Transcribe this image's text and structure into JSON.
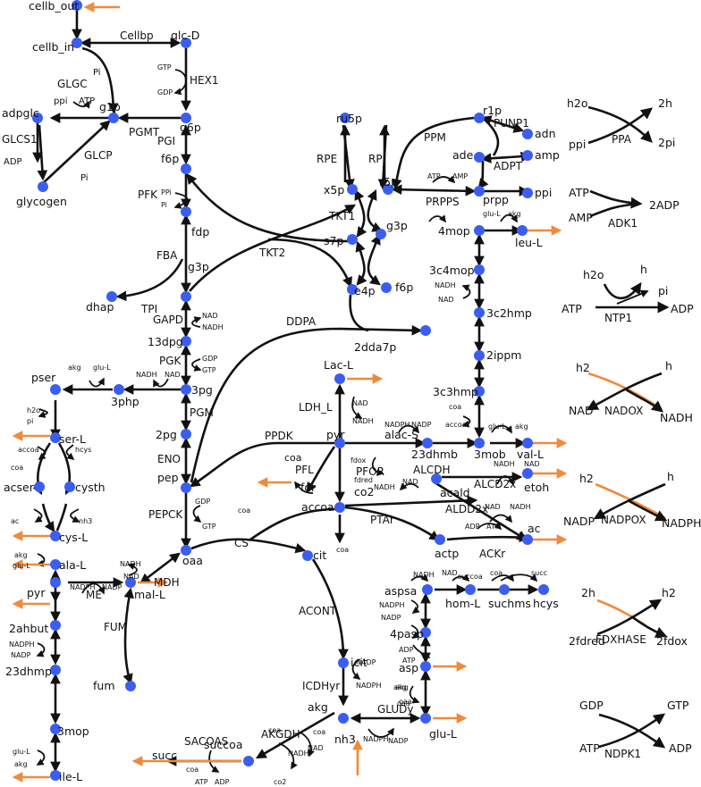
{
  "colors": {
    "metabolite_node": "#3b5ef0",
    "exchange_arrow": "#f08a3c",
    "reaction_edge": "#111111"
  },
  "metabolites": [
    {
      "id": "cellb_out",
      "label": "cellb_out"
    },
    {
      "id": "cellb_in",
      "label": "cellb_in"
    },
    {
      "id": "glcD",
      "label": "glc-D"
    },
    {
      "id": "g1p",
      "label": "g1p"
    },
    {
      "id": "adpglc",
      "label": "adpglc"
    },
    {
      "id": "g6p",
      "label": "g6p"
    },
    {
      "id": "glycogen",
      "label": "glycogen"
    },
    {
      "id": "f6p",
      "label": "f6p"
    },
    {
      "id": "fdp",
      "label": "fdp"
    },
    {
      "id": "g3p",
      "label": "g3p"
    },
    {
      "id": "dhap",
      "label": "dhap"
    },
    {
      "id": "dpg13",
      "label": "13dpg"
    },
    {
      "id": "pg3",
      "label": "3pg"
    },
    {
      "id": "php3",
      "label": "3php"
    },
    {
      "id": "pser",
      "label": "pser"
    },
    {
      "id": "pg2",
      "label": "2pg"
    },
    {
      "id": "pep",
      "label": "pep"
    },
    {
      "id": "serL",
      "label": "ser-L"
    },
    {
      "id": "acser",
      "label": "acser"
    },
    {
      "id": "cysth",
      "label": "cysth"
    },
    {
      "id": "cysL",
      "label": "cys-L"
    },
    {
      "id": "oaa",
      "label": "oaa"
    },
    {
      "id": "alaL",
      "label": "ala-L"
    },
    {
      "id": "pyrL",
      "label": "pyr"
    },
    {
      "id": "malL",
      "label": "mal-L"
    },
    {
      "id": "ahbut",
      "label": "2ahbut"
    },
    {
      "id": "dhmp23",
      "label": "23dhmp"
    },
    {
      "id": "mop3",
      "label": "3mop"
    },
    {
      "id": "ileL",
      "label": "ile-L"
    },
    {
      "id": "fum",
      "label": "fum"
    },
    {
      "id": "cit",
      "label": "cit"
    },
    {
      "id": "icit",
      "label": "icit"
    },
    {
      "id": "akg",
      "label": "akg"
    },
    {
      "id": "succoa",
      "label": "succoa"
    },
    {
      "id": "succ",
      "label": "succ"
    },
    {
      "id": "accoa",
      "label": "accoa"
    },
    {
      "id": "pyr",
      "label": "pyr"
    },
    {
      "id": "for",
      "label": "for"
    },
    {
      "id": "co2",
      "label": "co2"
    },
    {
      "id": "lacL",
      "label": "Lac-L"
    },
    {
      "id": "alacS",
      "label": "alac-S"
    },
    {
      "id": "dhmb23",
      "label": "23dhmb"
    },
    {
      "id": "mob3",
      "label": "3mob"
    },
    {
      "id": "valL",
      "label": "val-L"
    },
    {
      "id": "acald",
      "label": "acald"
    },
    {
      "id": "etoh",
      "label": "etoh"
    },
    {
      "id": "ac",
      "label": "ac"
    },
    {
      "id": "actp",
      "label": "actp"
    },
    {
      "id": "ru5p",
      "label": "ru5p"
    },
    {
      "id": "x5p",
      "label": "x5p"
    },
    {
      "id": "r5p",
      "label": "r5p"
    },
    {
      "id": "s7p",
      "label": "s7p"
    },
    {
      "id": "g3p2",
      "label": "g3p"
    },
    {
      "id": "e4p",
      "label": "e4p"
    },
    {
      "id": "f6p2",
      "label": "f6p"
    },
    {
      "id": "dda7p",
      "label": "2dda7p"
    },
    {
      "id": "r1p",
      "label": "r1p"
    },
    {
      "id": "adn",
      "label": "adn"
    },
    {
      "id": "ade",
      "label": "ade"
    },
    {
      "id": "amp",
      "label": "amp"
    },
    {
      "id": "prpp",
      "label": "prpp"
    },
    {
      "id": "ppi",
      "label": "ppi"
    },
    {
      "id": "mop4",
      "label": "4mop"
    },
    {
      "id": "leuL",
      "label": "leu-L"
    },
    {
      "id": "c4mop",
      "label": "3c4mop"
    },
    {
      "id": "c2hmp",
      "label": "3c2hmp"
    },
    {
      "id": "ippm",
      "label": "2ippm"
    },
    {
      "id": "c3hmp",
      "label": "3c3hmp"
    },
    {
      "id": "aspsa",
      "label": "aspsa"
    },
    {
      "id": "homL",
      "label": "hom-L"
    },
    {
      "id": "suchms",
      "label": "suchms"
    },
    {
      "id": "hcys",
      "label": "hcys"
    },
    {
      "id": "pasp4",
      "label": "4pasp"
    },
    {
      "id": "asp",
      "label": "asp"
    },
    {
      "id": "gluL",
      "label": "glu-L"
    },
    {
      "id": "nh3",
      "label": "nh3"
    }
  ],
  "reactions": [
    "Cellbp",
    "HEX1",
    "GLGC",
    "GLCS1",
    "GLCP",
    "PGMT",
    "PGI",
    "PFK",
    "FBA",
    "TPI",
    "TKT2",
    "GAPD",
    "PGK",
    "PGM",
    "ENO",
    "DDPA",
    "PPDK",
    "PEPCK",
    "CS",
    "MDH",
    "ME",
    "FUM",
    "ACONT",
    "ICDHyr",
    "AKGDH",
    "SACOAS",
    "GLUDy",
    "LDH_L",
    "PFL",
    "PFOR",
    "ALCDH",
    "ALCD2x",
    "ALDD2x",
    "PTAr",
    "ACKr",
    "RPE",
    "RPI",
    "TKT1",
    "PPM",
    "PUNP1",
    "ADPT",
    "PRPPS",
    "PPA",
    "ADK1",
    "NTP1",
    "NADOX",
    "NADPOX",
    "FDXHASE",
    "NDPK1"
  ],
  "cofactors": {
    "hex": [
      "GTP",
      "GDP"
    ],
    "glgc": [
      "ppi",
      "ATP"
    ],
    "glcs1": "ADP",
    "glcp": "Pi",
    "pgmt": "Pi",
    "pfk": [
      "PPi",
      "Pi"
    ],
    "gapd": [
      "NAD",
      "NADH"
    ],
    "pgk": [
      "GDP",
      "GTP"
    ],
    "php": [
      "akg",
      "glu-L",
      "NADH",
      "NAD"
    ],
    "pser": [
      "h2o",
      "pi"
    ],
    "serl": [
      "accoa",
      "hcys",
      "coa"
    ],
    "cys": [
      "ac",
      "nh3"
    ],
    "pepck": [
      "GDP",
      "GTP"
    ],
    "cs": [
      "coa"
    ],
    "mdh": [
      "NADH",
      "NAD"
    ],
    "me": [
      "NADPH",
      "NADP"
    ],
    "ala": [
      "akg",
      "glu-L"
    ],
    "ahbut": [
      "NADPH",
      "NADP"
    ],
    "ile": [
      "glu-L",
      "akg"
    ],
    "icd": [
      "NADP",
      "NADPH",
      "akg",
      "oaa"
    ],
    "akgdh": [
      "coa",
      "NADH",
      "NAD",
      "coa",
      "co2"
    ],
    "sacoas": [
      "coa",
      "ATP",
      "ADP"
    ],
    "gludy": [
      "NADPH",
      "NADP"
    ],
    "ldh": [
      "NAD",
      "NADH"
    ],
    "alacs": [
      "NADPH",
      "NADP"
    ],
    "pfor": [
      "fdox",
      "fdred"
    ],
    "pfl": [
      "coa"
    ],
    "acald": [
      "NADH",
      "NAD"
    ],
    "alcd2": [
      "NADH",
      "NAD"
    ],
    "aldd2": [
      "NAD",
      "NADH"
    ],
    "ackr": [
      "ADP",
      "ATP"
    ],
    "accoa": [
      "coa"
    ],
    "val": [
      "glu-L",
      "akg"
    ],
    "leu": [
      "glu-L",
      "akg"
    ],
    "c4mop": [
      "NADH",
      "NAD"
    ],
    "c3hmp": [
      "coa",
      "accoa"
    ],
    "prpps": [
      "ATP",
      "AMP"
    ],
    "aspsa": [
      "NADH",
      "NAD",
      "NADPH",
      "NADP"
    ],
    "hom": [
      "succoa",
      "coa",
      "succ"
    ],
    "pasp": [
      "ADP",
      "ATP"
    ],
    "asp": [
      "akg",
      "oaa"
    ],
    "icdh_label": "ICDHyr"
  },
  "side_reactions": {
    "ppa": {
      "left_top": "h2o",
      "left_bottom": "ppi",
      "right_top": "2h",
      "right_bottom": "2pi",
      "name": "PPA"
    },
    "adk1": {
      "left_top": "ATP",
      "left_bottom": "AMP",
      "right": "2ADP",
      "name": "ADK1"
    },
    "ntp1": {
      "top_left": "h2o",
      "top_right": "h",
      "pi": "pi",
      "left": "ATP",
      "right": "ADP",
      "name": "NTP1"
    },
    "nadox": {
      "top_left": "h2",
      "top_right": "h",
      "bottom_left": "NAD",
      "bottom_right": "NADH",
      "name": "NADOX"
    },
    "nadpox": {
      "top_left": "h2",
      "top_right": "h",
      "bottom_left": "NADP",
      "bottom_right": "NADPH",
      "name": "NADPOX"
    },
    "fdxhase": {
      "top_left": "2h",
      "top_right": "h2",
      "bottom_left": "2fdred",
      "bottom_right": "2fdox",
      "name": "FDXHASE"
    },
    "ndpk1": {
      "top_left": "GDP",
      "top_right": "GTP",
      "bottom_left": "ATP",
      "bottom_right": "ADP",
      "name": "NDPK1"
    }
  }
}
